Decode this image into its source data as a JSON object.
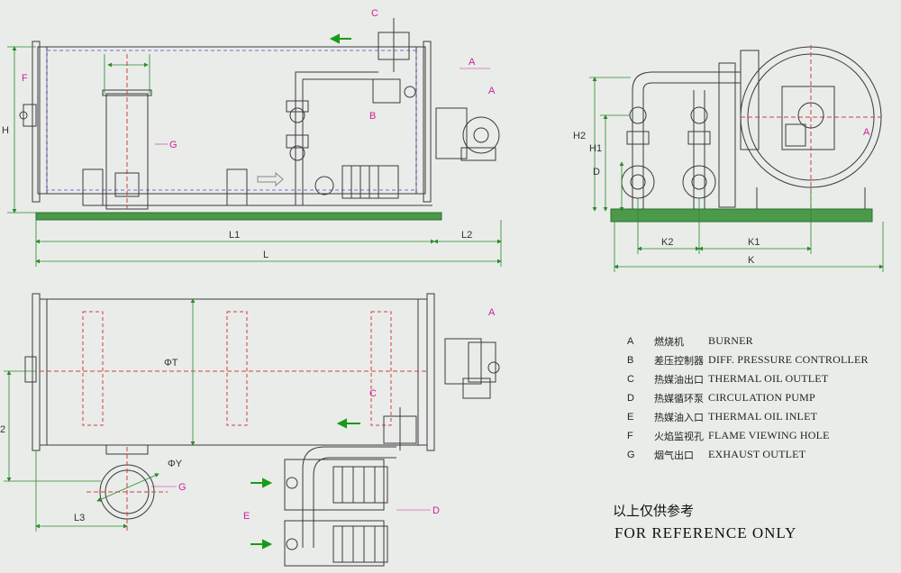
{
  "labels": {
    "A": "A",
    "B": "B",
    "C": "C",
    "D": "D",
    "E": "E",
    "F": "F",
    "G": "G"
  },
  "dimensions": {
    "L": "L",
    "L1": "L1",
    "L2": "L2",
    "L3": "L3",
    "H": "H",
    "H1": "H1",
    "H2": "H2",
    "K": "K",
    "K1": "K1",
    "K2": "K2",
    "phiT": "ΦT",
    "phiY": "ΦY",
    "two": "2"
  },
  "legend": [
    {
      "key": "A",
      "zh": "燃烧机",
      "en": "BURNER"
    },
    {
      "key": "B",
      "zh": "差压控制器",
      "en": "DIFF. PRESSURE CONTROLLER"
    },
    {
      "key": "C",
      "zh": "热媒油出口",
      "en": "THERMAL OIL OUTLET"
    },
    {
      "key": "D",
      "zh": "热媒循环泵",
      "en": "CIRCULATION PUMP"
    },
    {
      "key": "E",
      "zh": "热媒油入口",
      "en": "THERMAL OIL INLET"
    },
    {
      "key": "F",
      "zh": "火焰监视孔",
      "en": "FLAME VIEWING HOLE"
    },
    {
      "key": "G",
      "zh": "烟气出口",
      "en": "EXHAUST OUTLET"
    }
  ],
  "note": {
    "zh": "以上仅供参考",
    "en": "FOR REFERENCE ONLY"
  },
  "colors": {
    "background": "#e9ece9",
    "line": "#3a3a3a",
    "dimension": "#2a8a2a",
    "hidden": "#d04040",
    "label": "#d0209a",
    "base": "#4a9a4a",
    "flow_arrow": "#1a9a1a"
  }
}
